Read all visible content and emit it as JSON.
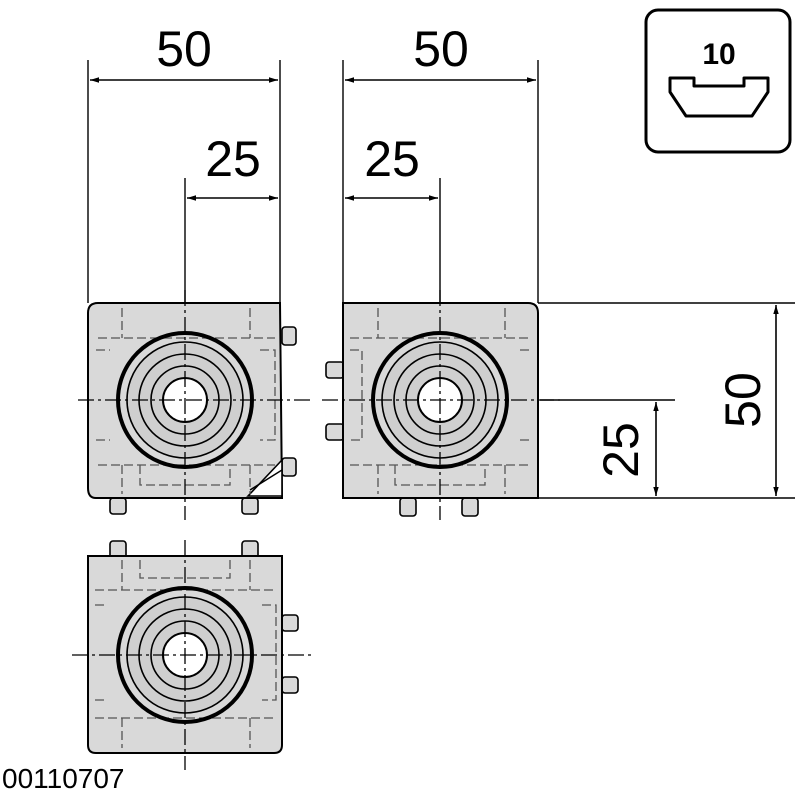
{
  "dimensions": {
    "top_left_width": "50",
    "top_left_half": "25",
    "top_right_width": "50",
    "top_right_half": "25",
    "right_height": "50",
    "right_half_height": "25"
  },
  "badge": {
    "slot_size": "10"
  },
  "reference_number": "00110707"
}
